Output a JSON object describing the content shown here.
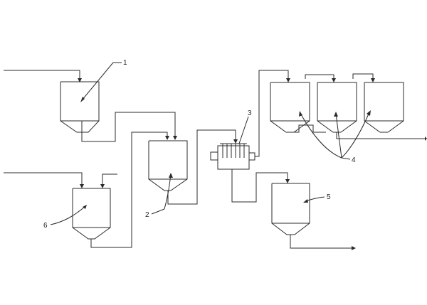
{
  "labels": {
    "tank1": "1",
    "tank2": "2",
    "filter3": "3",
    "tanks4": "4",
    "tank5": "5",
    "tank6": "6"
  }
}
